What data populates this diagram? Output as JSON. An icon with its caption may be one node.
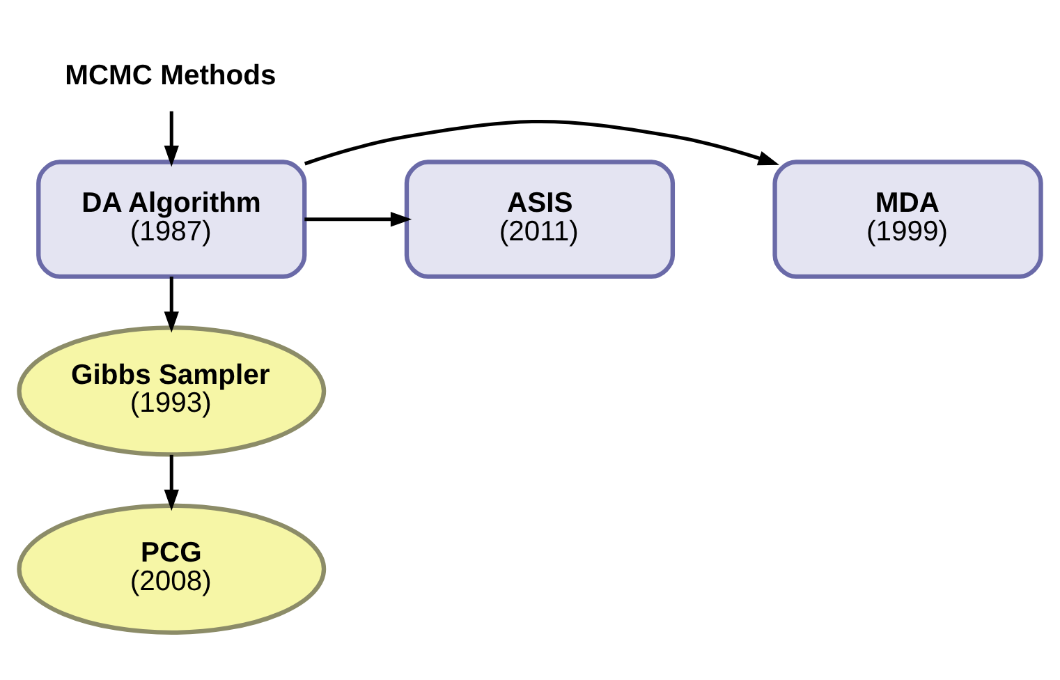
{
  "diagram": {
    "nodes": [
      {
        "text": [
          "MCMC Methods"
        ]
      },
      {
        "text": [
          "MDA",
          "(1999)"
        ]
      },
      {
        "text": [
          "DA Algorithm",
          "(1987)"
        ]
      },
      {
        "text": [
          "ASIS",
          "(2011)"
        ]
      },
      {
        "text": [
          "Gibbs Sampler",
          "(1993)"
        ]
      },
      {
        "text": [
          "PCG",
          "(2008)"
        ]
      }
    ],
    "edges": [
      {
        "from": 0,
        "to": 2,
        "arrow": "to"
      },
      {
        "from": 2,
        "to": 1,
        "arrow": "to"
      },
      {
        "from": 2,
        "to": 3,
        "arrow": "to"
      },
      {
        "from": 2,
        "to": 4,
        "arrow": "to"
      },
      {
        "from": 4,
        "to": 5,
        "arrow": "to"
      }
    ]
  }
}
